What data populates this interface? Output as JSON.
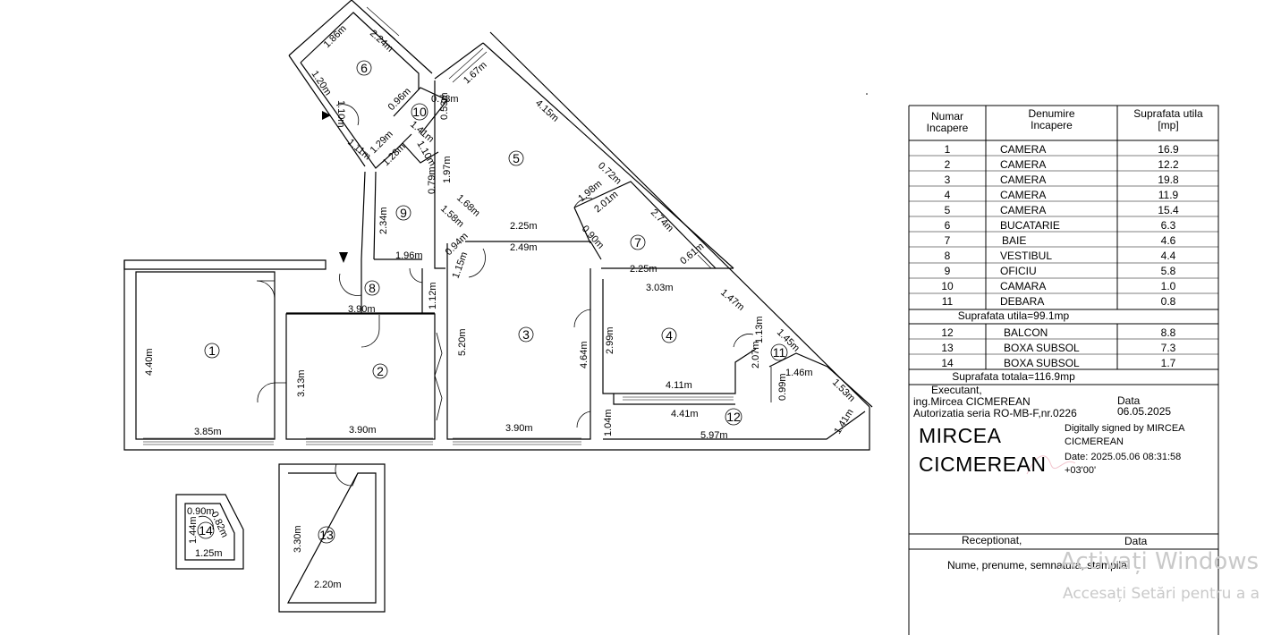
{
  "plan": {
    "rooms": [
      {
        "number": "1",
        "dims": [
          "4.40m",
          "3.85m"
        ]
      },
      {
        "number": "2",
        "dims": [
          "3.90m",
          "3.13m",
          "3.90m"
        ]
      },
      {
        "number": "3",
        "dims": [
          "5.20m",
          "3.90m"
        ]
      },
      {
        "number": "4",
        "dims": [
          "3.03m",
          "2.99m",
          "4.64m",
          "1.47m",
          "4.11m"
        ]
      },
      {
        "number": "5",
        "dims": [
          "4.15m",
          "1.67m",
          "1.97m",
          "1.68m",
          "1.58m",
          "0.72m",
          "0.79m",
          "0.53m",
          "0.78m"
        ]
      },
      {
        "number": "6",
        "dims": [
          "1.86m",
          "2.24m",
          "1.20m",
          "0.96m",
          "1.10m",
          "1.29m",
          "1.11m"
        ]
      },
      {
        "number": "7",
        "dims": [
          "1.98m",
          "2.01m",
          "2.74m",
          "0.90m",
          "0.61m",
          "2.25m"
        ]
      },
      {
        "number": "8",
        "dims": [
          "1.96m",
          "1.12m"
        ]
      },
      {
        "number": "9",
        "dims": [
          "2.34m",
          "0.94m",
          "1.15m",
          "2.25m",
          "2.49m"
        ]
      },
      {
        "number": "10",
        "dims": [
          "1.28m",
          "1.41m",
          "1.10m"
        ]
      },
      {
        "number": "11",
        "dims": [
          "1.13m",
          "1.45m",
          "2.07m"
        ]
      },
      {
        "number": "12",
        "dims": [
          "4.41m",
          "5.97m",
          "1.04m",
          "0.99m",
          "1.46m",
          "1.53m",
          "1.41m"
        ]
      },
      {
        "number": "13",
        "dims": [
          "3.30m",
          "2.20m"
        ]
      },
      {
        "number": "14",
        "dims": [
          "0.90m",
          "0.82m",
          "1.44m",
          "1.25m"
        ]
      }
    ]
  },
  "table": {
    "headers": [
      "Numar\nIncapere",
      "Denumire\nIncapere",
      "Suprafata utila\n[mp]"
    ],
    "rows": [
      {
        "nr": "1",
        "name": "CAMERA",
        "area": "16.9"
      },
      {
        "nr": "2",
        "name": "CAMERA",
        "area": "12.2"
      },
      {
        "nr": "3",
        "name": "CAMERA",
        "area": "19.8"
      },
      {
        "nr": "4",
        "name": "CAMERA",
        "area": "11.9"
      },
      {
        "nr": "5",
        "name": "CAMERA",
        "area": "15.4"
      },
      {
        "nr": "6",
        "name": "BUCATARIE",
        "area": "6.3"
      },
      {
        "nr": "7",
        "name": "BAIE",
        "area": "4.6"
      },
      {
        "nr": "8",
        "name": "VESTIBUL",
        "area": "4.4"
      },
      {
        "nr": "9",
        "name": "OFICIU",
        "area": "5.8"
      },
      {
        "nr": "10",
        "name": "CAMARA",
        "area": "1.0"
      },
      {
        "nr": "11",
        "name": "DEBARA",
        "area": "0.8"
      }
    ],
    "subtotal": "Suprafata utila=99.1mp",
    "extra_rows": [
      {
        "nr": "12",
        "name": "BALCON",
        "area": "8.8"
      },
      {
        "nr": "13",
        "name": "BOXA SUBSOL",
        "area": "7.3"
      },
      {
        "nr": "14",
        "name": "BOXA SUBSOL",
        "area": "1.7"
      }
    ],
    "total": "Suprafata totala=116.9mp"
  },
  "executant": {
    "label": "Executant,",
    "name": "ing.Mircea CICMEREAN",
    "authorization": "Autorizatia seria RO-MB-F,nr.0226",
    "date_label": "Data",
    "date": "06.05.2025"
  },
  "signature": {
    "name_line1": "MIRCEA",
    "name_line2": "CICMEREAN",
    "digital_line1": "Digitally signed by MIRCEA",
    "digital_line2": "CICMEREAN",
    "digital_line3": "Date: 2025.05.06 08:31:58",
    "digital_line4": "+03'00'"
  },
  "receptionat": {
    "label": "Receptionat,",
    "date_label": "Data",
    "fields": "Nume, prenume, semnatura, stampila"
  },
  "watermark": {
    "line1": "Activați Windows",
    "line2": "Accesați Setări pentru a a"
  }
}
